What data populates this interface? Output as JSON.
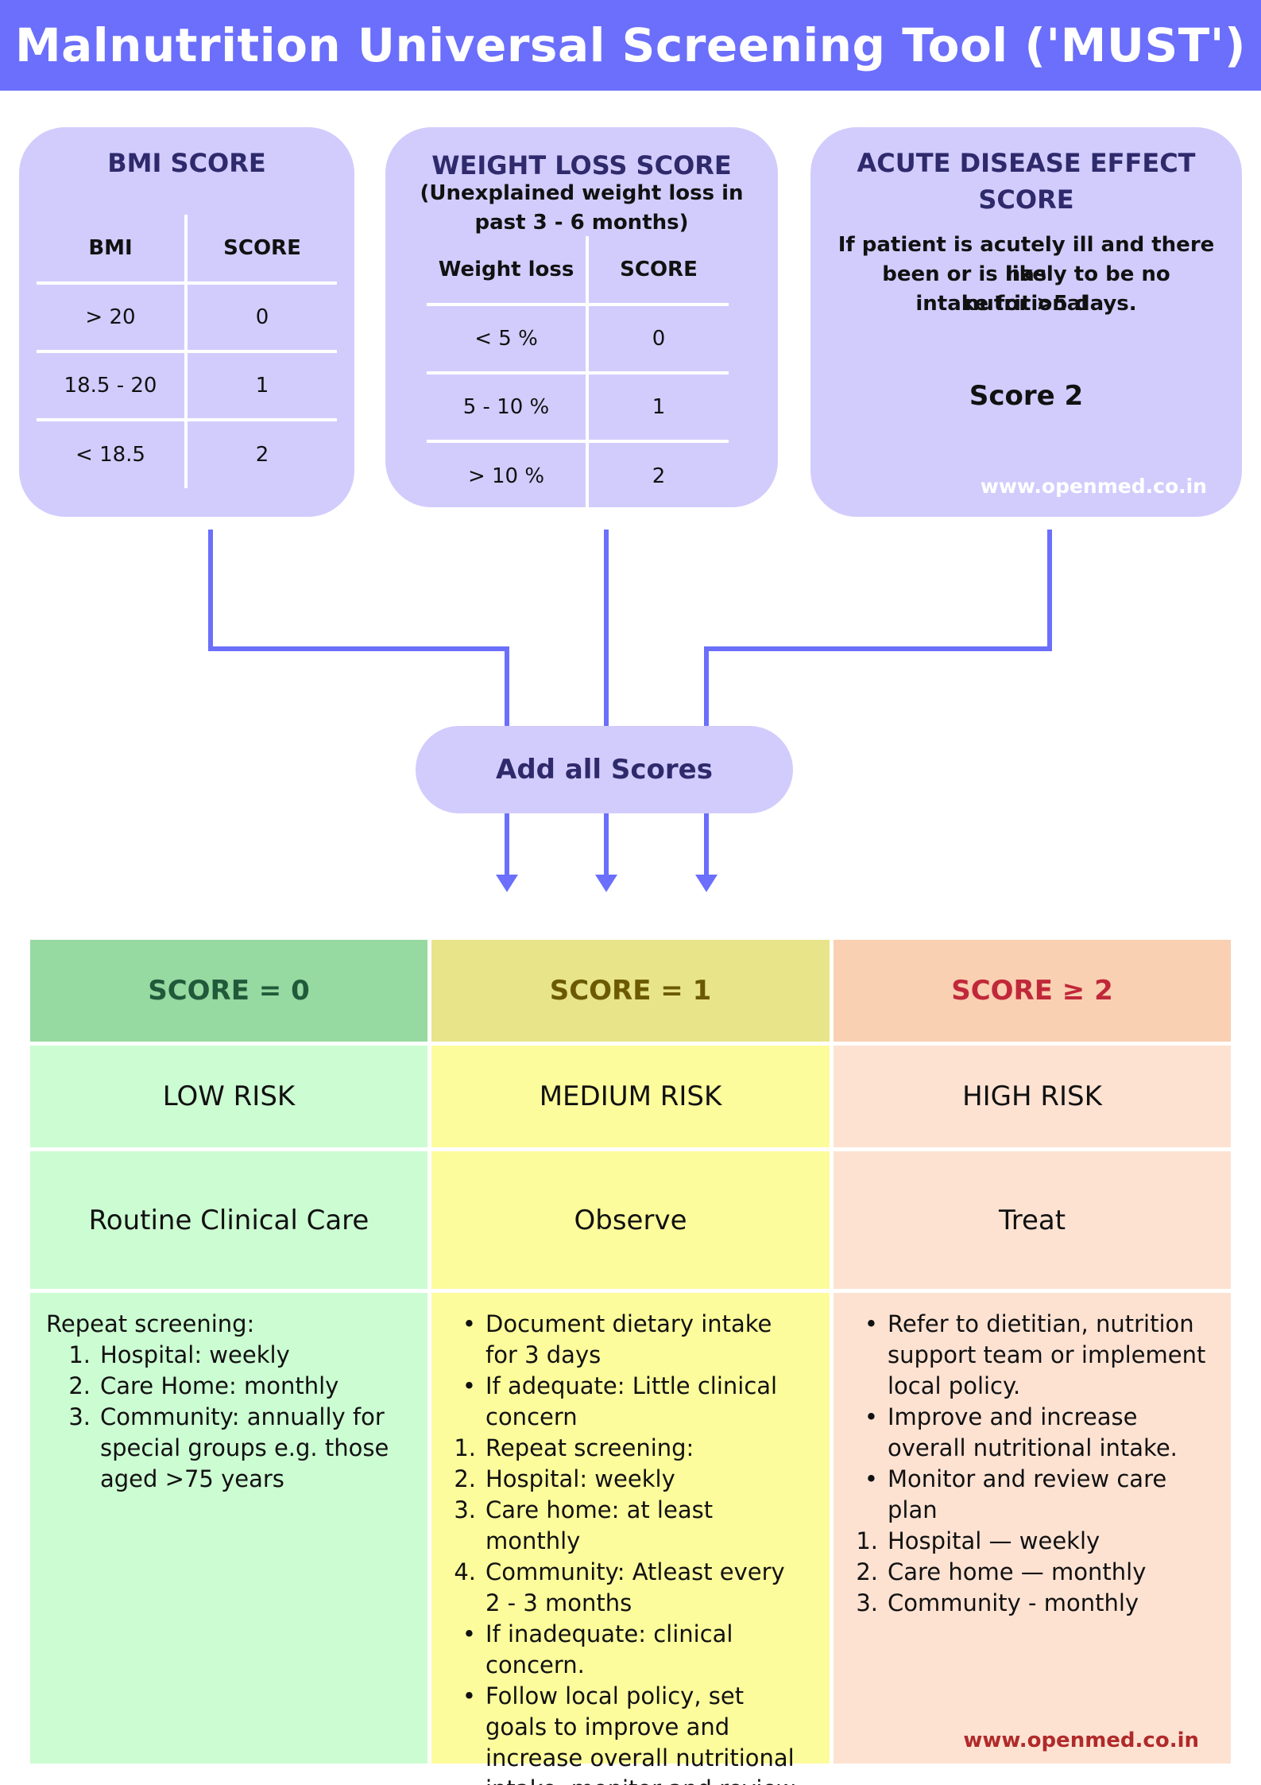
{
  "title": "Malnutrition Universal Screening Tool ('MUST')",
  "bmi_card": {
    "title": "BMI SCORE",
    "col1": "BMI",
    "col2": "SCORE",
    "rows": [
      {
        "range": "> 20",
        "score": "0"
      },
      {
        "range": "18.5 - 20",
        "score": "1"
      },
      {
        "range": "< 18.5",
        "score": "2"
      }
    ]
  },
  "weight_card": {
    "title": "WEIGHT LOSS SCORE",
    "subtitle_line1": "(Unexplained weight loss in",
    "subtitle_line2": "past 3 - 6 months)",
    "col1": "Weight loss",
    "col2": "SCORE",
    "rows": [
      {
        "range": "< 5 %",
        "score": "0"
      },
      {
        "range": "5 - 10 %",
        "score": "1"
      },
      {
        "range": "> 10 %",
        "score": "2"
      }
    ]
  },
  "acute_card": {
    "title_line1": "ACUTE DISEASE EFFECT",
    "title_line2": "SCORE",
    "text_line1": "If patient is acutely ill and there has",
    "text_line2": "been or is likely to be no nutritional",
    "text_line3": "intake for >5 days.",
    "score": "Score 2",
    "watermark": "www.openmed.co.in"
  },
  "add_scores": "Add all Scores",
  "colors": {
    "title_bar": "#6b6ffb",
    "card": "#d2ccfd",
    "flow_line": "#6b6ffb",
    "low_header": "#96d9a1",
    "low_body": "#ccfcd2",
    "medium_header": "#e8e48a",
    "medium_body": "#fdfc9c",
    "high_header": "#f9d0b2",
    "high_body": "#fde2d2"
  },
  "outcomes": {
    "low": {
      "header": "SCORE = 0",
      "risk": "LOW RISK",
      "action": "Routine Clinical Care",
      "lead": "Repeat screening:",
      "numbered": [
        {
          "n": "1.",
          "text": "Hospital: weekly"
        },
        {
          "n": "2.",
          "text": "Care Home: monthly"
        },
        {
          "n": "3.",
          "text": "Community: annually for special groups e.g. those aged >75 years"
        }
      ]
    },
    "medium": {
      "header": "SCORE = 1",
      "risk": "MEDIUM RISK",
      "action": "Observe",
      "items": [
        {
          "m": "•",
          "text": "Document dietary intake for 3 days"
        },
        {
          "m": "•",
          "text": "If adequate: Little clinical concern"
        },
        {
          "m": "1.",
          "text": "Repeat screening:"
        },
        {
          "m": "2.",
          "text": "Hospital: weekly"
        },
        {
          "m": "3.",
          "text": "Care home: at least monthly"
        },
        {
          "m": "4.",
          "text": "Community: Atleast every 2 - 3 months"
        },
        {
          "m": "•",
          "text": "If inadequate: clinical concern."
        },
        {
          "m": "•",
          "text": "Follow local policy, set goals to improve and increase overall nutritional intake, monitor and review regularly"
        }
      ]
    },
    "high": {
      "header": "SCORE ≥ 2",
      "risk": "HIGH RISK",
      "action": "Treat",
      "items": [
        {
          "m": "•",
          "text": "Refer to dietitian, nutrition support team or implement local policy."
        },
        {
          "m": "•",
          "text": "Improve and increase overall nutritional intake."
        },
        {
          "m": "•",
          "text": "Monitor and review care plan"
        },
        {
          "m": "1.",
          "text": "Hospital — weekly"
        },
        {
          "m": "2.",
          "text": "Care home — monthly"
        },
        {
          "m": "3.",
          "text": "Community - monthly"
        }
      ],
      "watermark": "www.openmed.co.in"
    }
  }
}
